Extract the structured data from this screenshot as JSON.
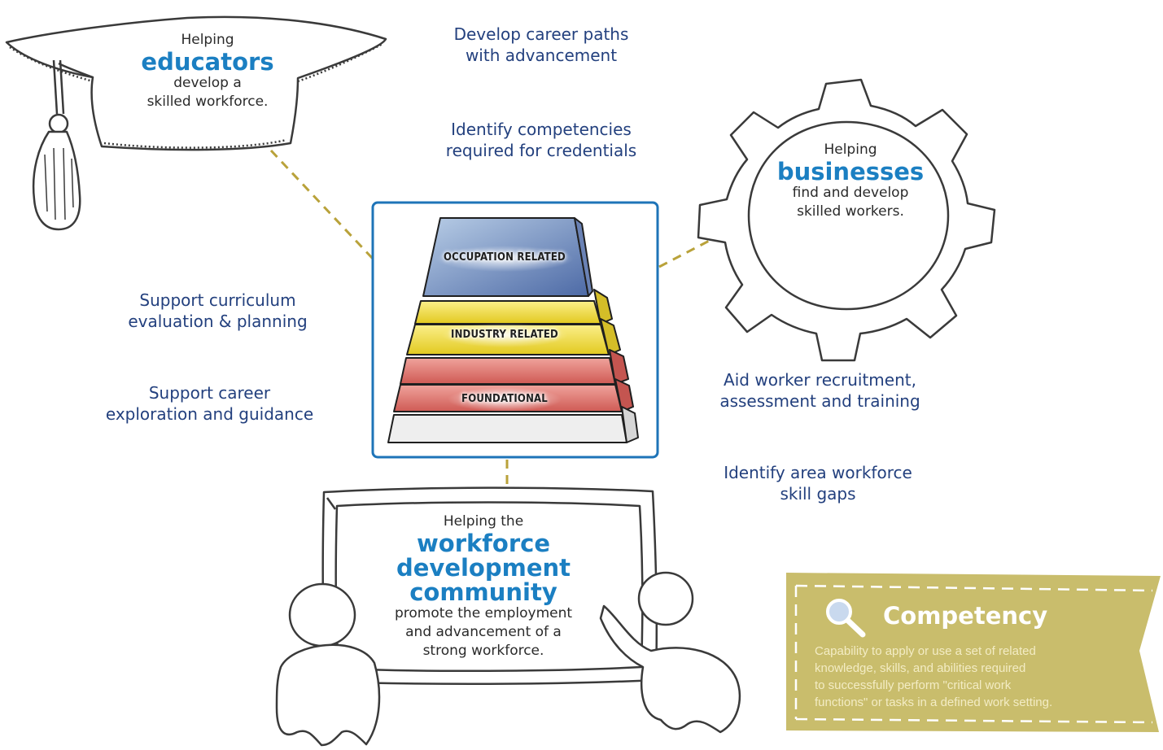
{
  "educators": {
    "line1": "Helping",
    "highlight": "educators",
    "line2": "develop a",
    "line3": "skilled workforce."
  },
  "businesses": {
    "line1": "Helping",
    "highlight": "businesses",
    "line2": "find and develop",
    "line3": "skilled workers."
  },
  "community": {
    "line1": "Helping the",
    "highlight1": "workforce",
    "highlight2": "development",
    "highlight3": "community",
    "line2": "promote the employment",
    "line3": "and advancement of a",
    "line4": "strong workforce."
  },
  "pyramid": {
    "tier_top": "OCCUPATION RELATED",
    "tier_middle": "INDUSTRY RELATED",
    "tier_bottom": "FOUNDATIONAL"
  },
  "bullets": {
    "career_paths": [
      "Develop career paths",
      "with advancement"
    ],
    "competencies": [
      "Identify competencies",
      "required for credentials"
    ],
    "curriculum": [
      "Support curriculum",
      "evaluation & planning"
    ],
    "exploration": [
      "Support career",
      "exploration and guidance"
    ],
    "recruitment": [
      "Aid worker recruitment,",
      "assessment and training"
    ],
    "skill_gaps": [
      "Identify area workforce",
      "skill gaps"
    ]
  },
  "competency": {
    "title": "Competency",
    "definition": [
      "Capability to apply or use a set of related",
      "knowledge, skills, and abilities required",
      "to successfully perform \"critical work",
      "functions\" or tasks in a defined work setting."
    ]
  },
  "colors": {
    "accent_blue": "#1b7fc2",
    "text_navy": "#23407e",
    "connector_gold": "#b9a23a",
    "banner_gold": "#c9bd6c",
    "tier_blue": "#7f9ac8",
    "tier_yellow": "#f3df4a",
    "tier_red": "#e07a74"
  }
}
